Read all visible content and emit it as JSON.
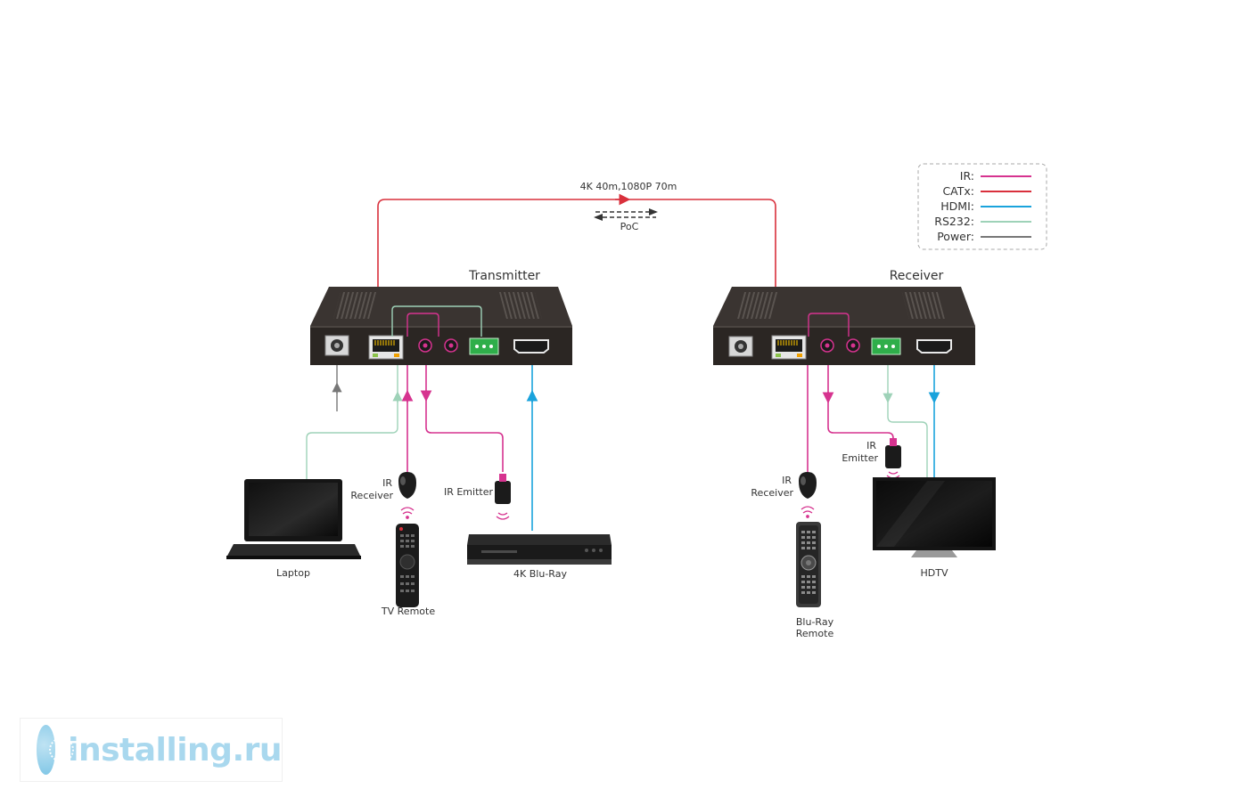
{
  "labels": {
    "link_spec": "4K 40m,1080P 70m",
    "poc": "PoC",
    "transmitter": "Transmitter",
    "receiver": "Receiver",
    "ir_receiver_tx_1": "IR",
    "ir_receiver_tx_2": "Receiver",
    "ir_emitter_tx": "IR Emitter",
    "laptop": "Laptop",
    "tv_remote": "TV Remote",
    "bluray": "4K Blu-Ray",
    "ir_receiver_rx_1": "IR",
    "ir_receiver_rx_2": "Receiver",
    "ir_emitter_rx_1": "IR",
    "ir_emitter_rx_2": "Emitter",
    "hdtv": "HDTV",
    "bluray_remote_1": "Blu-Ray",
    "bluray_remote_2": "Remote"
  },
  "legend": [
    {
      "label": "IR:",
      "color": "#d6338f"
    },
    {
      "label": "CATx:",
      "color": "#d9303c"
    },
    {
      "label": "HDMI:",
      "color": "#1aa3dc"
    },
    {
      "label": "RS232:",
      "color": "#9ed2b8"
    },
    {
      "label": "Power:",
      "color": "#777777"
    }
  ],
  "colors": {
    "ir": "#d6338f",
    "catx": "#d9303c",
    "hdmi": "#1aa3dc",
    "rs232": "#9ed2b8",
    "power": "#777777",
    "box": "#2b2623"
  },
  "watermark": {
    "text": "installing.ru",
    "icon": "satellite-logo-icon"
  }
}
